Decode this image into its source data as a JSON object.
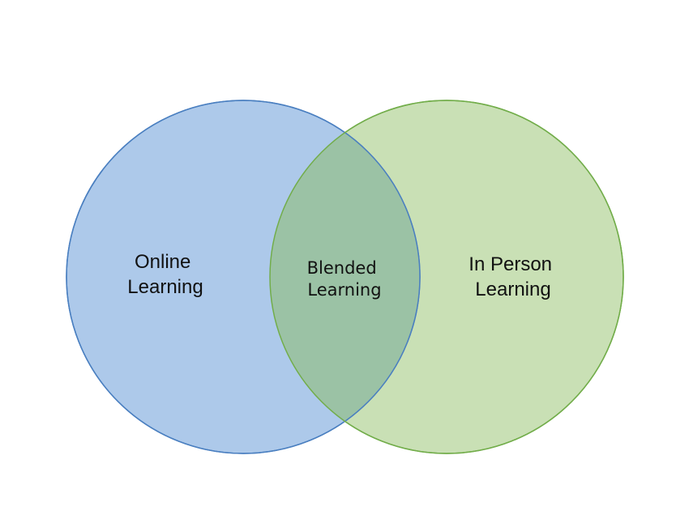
{
  "diagram": {
    "left": {
      "line1": "Online",
      "line2": "Learning",
      "fill": "#adc9ea",
      "stroke": "#4a7fc0"
    },
    "right": {
      "line1": "In Person",
      "line2": "Learning",
      "fill": "#c9e0b5",
      "stroke": "#72ad4a"
    },
    "overlap": {
      "line1": "Blended",
      "line2": "Learning",
      "fill": "#9bc2a5"
    }
  }
}
